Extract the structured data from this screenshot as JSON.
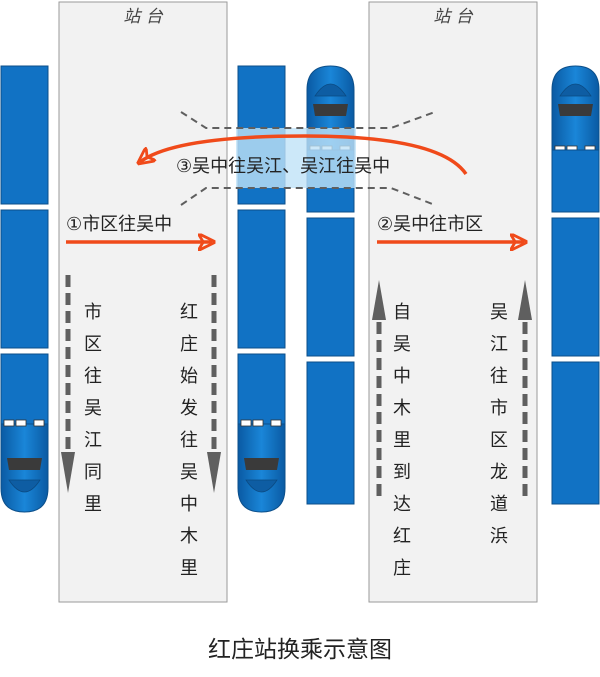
{
  "platforms": [
    {
      "label": "站 台"
    },
    {
      "label": "站 台"
    }
  ],
  "routes": {
    "route1": "①市区往吴中",
    "route2": "②吴中往市区",
    "route3": "③吴中往吴江、吴江往吴中"
  },
  "vertical_labels": {
    "a": "市区往吴江同里",
    "b": "红庄始发往吴中木里",
    "c": "自吴中木里到达红庄",
    "d": "吴江往市区龙道浜"
  },
  "caption": "红庄站换乘示意图",
  "colors": {
    "train_blue": "#1172c4",
    "platform_fill": "#f2f2f2",
    "arrow_orange": "#f04a1a",
    "dash_gray": "#5f5f5f",
    "passage_highlight": "#bfe2f8"
  }
}
